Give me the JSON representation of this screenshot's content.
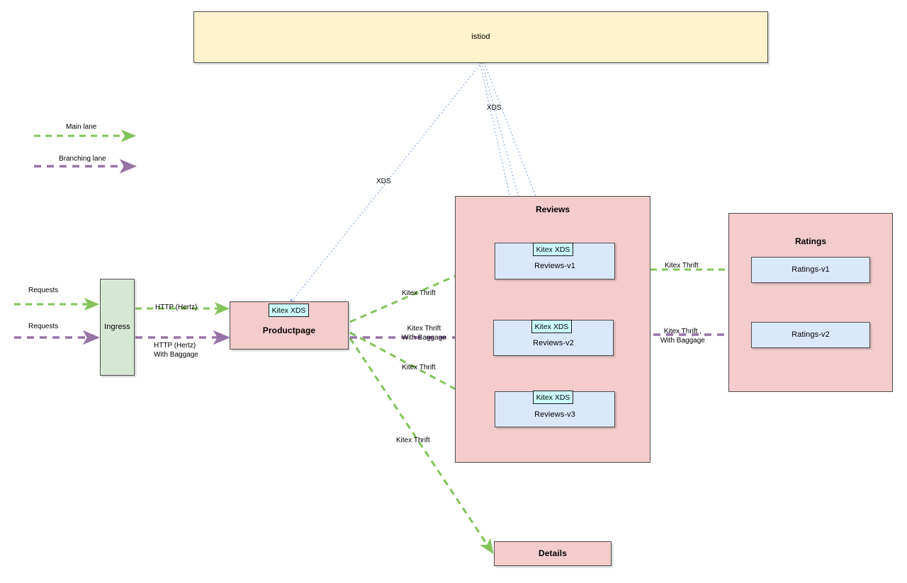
{
  "diagram": {
    "title": "Istio / Kitex XDS service mesh traffic lane diagram",
    "colors": {
      "main_lane": "#82c35a",
      "branching_lane": "#9673a6",
      "xds_line": "#7ea6e0",
      "pink_fill": "#f4cccc",
      "blue_fill": "#dae8fc",
      "green_fill": "#d5e8d4",
      "cream_fill": "#fff2cc",
      "chip_fill": "#ccffff",
      "stroke": "#4d4d4d"
    }
  },
  "legend": {
    "items": [
      {
        "label": "Main lane",
        "color": "#82c35a"
      },
      {
        "label": "Branching lane",
        "color": "#9673a6"
      }
    ]
  },
  "nodes": {
    "istiod": {
      "label": "istiod"
    },
    "ingress": {
      "label": "Ingress"
    },
    "productpage": {
      "label": "Productpage",
      "chip": "Kitex XDS"
    },
    "details": {
      "label": "Details"
    },
    "reviews_group": {
      "label": "Reviews"
    },
    "ratings_group": {
      "label": "Ratings"
    },
    "reviews_v1": {
      "label": "Reviews-v1",
      "chip": "Kitex XDS"
    },
    "reviews_v2": {
      "label": "Reviews-v2",
      "chip": "Kitex XDS"
    },
    "reviews_v3": {
      "label": "Reviews-v3",
      "chip": "Kitex XDS"
    },
    "ratings_v1": {
      "label": "Ratings-v1"
    },
    "ratings_v2": {
      "label": "Ratings-v2"
    }
  },
  "edge_labels": {
    "requests_main": "Requests",
    "requests_branching": "Requests",
    "http_hertz": "HTTP (Hertz)",
    "http_hertz_baggage": "HTTP (Hertz)\nWith Baggage",
    "xds_productpage": "XDS",
    "xds_reviews": "XDS",
    "pp_to_reviews_v1": "Kitex Thrift",
    "pp_to_reviews_v2": "Kitex Thrift\nWith Baggage",
    "pp_to_reviews_v3": "Kitex Thrift",
    "pp_to_details": "Kitex Thrift",
    "reviews_to_ratings_v1": "Kitex Thrift",
    "reviews_to_ratings_v2": "Kitex Thrift ,\nWith Baggage"
  }
}
